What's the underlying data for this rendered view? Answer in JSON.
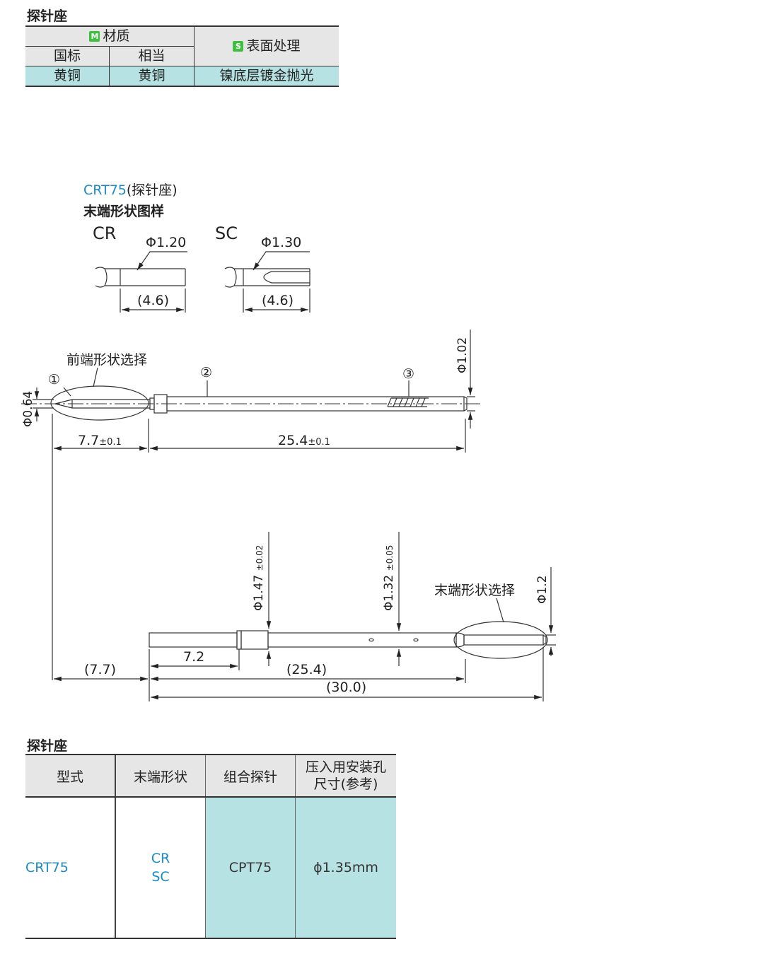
{
  "section1": {
    "title": "探针座"
  },
  "material_table": {
    "material_badge": "M",
    "material_header": "材质",
    "surface_badge": "S",
    "surface_header": "表面处理",
    "col_standard": "国标",
    "col_equivalent": "相当",
    "row": {
      "standard": "黄铜",
      "equivalent": "黄铜",
      "surface": "镍底层镀金抛光"
    }
  },
  "diagram": {
    "model": "CRT75",
    "model_suffix": "(探针座)",
    "tip_title": "末端形状图样",
    "tip_cr": {
      "code": "CR",
      "dia": "Φ1.20",
      "len": "(4.6)"
    },
    "tip_sc": {
      "code": "SC",
      "dia": "Φ1.30",
      "len": "(4.6)"
    },
    "probe": {
      "front_label": "前端形状选择",
      "mark1": "①",
      "mark2": "②",
      "mark3": "③",
      "dia_tip": "Φ0.64",
      "dia_body": "Φ1.02",
      "len_front": "7.7",
      "len_front_tol": "±0.1",
      "len_body": "25.4",
      "len_body_tol": "±0.1"
    },
    "socket": {
      "end_label": "末端形状选择",
      "dia_collar": "Φ1.47",
      "dia_collar_tol": "±0.02",
      "dia_body": "Φ1.32",
      "dia_body_tol": "±0.05",
      "dia_end": "Φ1.2",
      "len_collar": "7.2",
      "len_offset": "(7.7)",
      "len_body": "(25.4)",
      "len_total": "(30.0)"
    }
  },
  "section2": {
    "title": "探针座"
  },
  "spec_table": {
    "headers": [
      "型式",
      "末端形状",
      "组合探针",
      "压入用安装孔尺寸(参考)"
    ],
    "header_line1": "压入用安装孔",
    "header_line2": "尺寸(参考)",
    "row": {
      "model": "CRT75",
      "shape1": "CR",
      "shape2": "SC",
      "probe": "CPT75",
      "hole": "ϕ1.35mm"
    }
  }
}
